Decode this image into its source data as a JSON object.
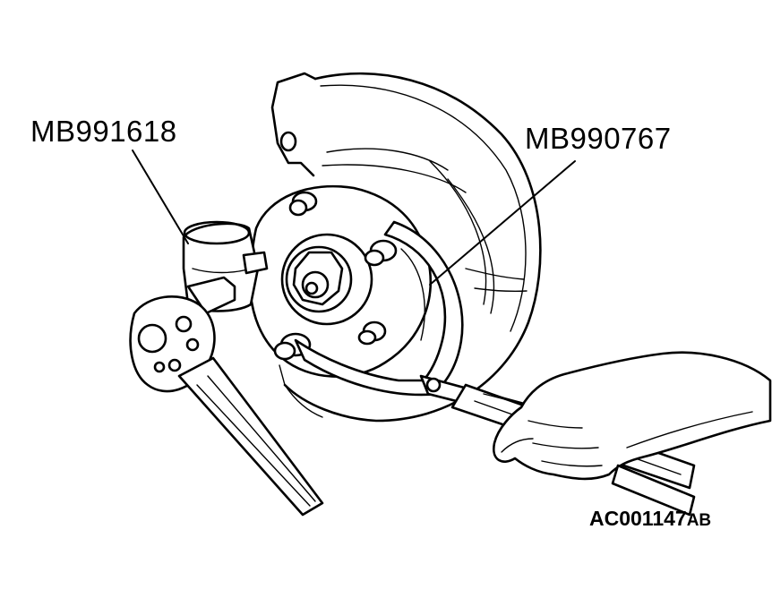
{
  "callouts": {
    "left_tool": "MB991618",
    "right_tool": "MB990767"
  },
  "figure_code": {
    "main": "AC001147",
    "suffix": "AB"
  },
  "colors": {
    "line": "#000000",
    "background": "#ffffff"
  }
}
